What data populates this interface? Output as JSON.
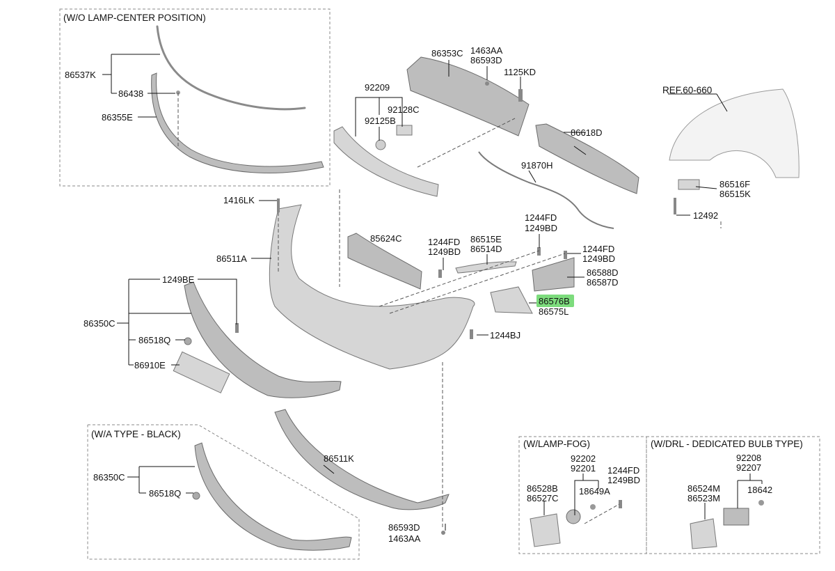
{
  "sections": {
    "wo_lamp": "(W/O LAMP-CENTER POSITION)",
    "wa_type": "(W/A TYPE - BLACK)",
    "w_lamp_fog": "(W/LAMP-FOG)",
    "w_drl": "(W/DRL - DEDICATED BULB TYPE)"
  },
  "ref": "REF.60-660",
  "highlighted_part": "86576B",
  "labels": {
    "p86537K": "86537K",
    "p86438": "86438",
    "p86355E": "86355E",
    "p86353C": "86353C",
    "p1463AA_top": "1463AA",
    "p86593D_top": "86593D",
    "p1125KD": "1125KD",
    "p92209": "92209",
    "p92128C": "92128C",
    "p92125B": "92125B",
    "p86618D": "86618D",
    "p91870H": "91870H",
    "p86516F": "86516F",
    "p86515K": "86515K",
    "p12492": "12492",
    "p1416LK": "1416LK",
    "p85624C": "85624C",
    "p1244FD_a": "1244FD",
    "p1249BD_a": "1249BD",
    "p86515E": "86515E",
    "p86514D": "86514D",
    "p1244FD_b": "1244FD",
    "p1249BD_b": "1249BD",
    "p1244FD_c": "1244FD",
    "p1249BD_c": "1249BD",
    "p86511A": "86511A",
    "p86588D": "86588D",
    "p86587D": "86587D",
    "p86575L": "86575L",
    "p1249BE": "1249BE",
    "p86350C": "86350C",
    "p86518Q": "86518Q",
    "p86910E": "86910E",
    "p1244BJ": "1244BJ",
    "p86511K": "86511K",
    "p86593D_bot": "86593D",
    "p1463AA_bot": "1463AA",
    "p86350C_b": "86350C",
    "p86518Q_b": "86518Q",
    "p92202": "92202",
    "p92201": "92201",
    "p1244FD_f": "1244FD",
    "p1249BD_f": "1249BD",
    "p86528B": "86528B",
    "p86527C": "86527C",
    "p18649A": "18649A",
    "p92208": "92208",
    "p92207": "92207",
    "p86524M": "86524M",
    "p86523M": "86523M",
    "p18642": "18642"
  },
  "colors": {
    "highlight": "#7ddc7d",
    "part_fill": "#d6d6d6",
    "part_stroke": "#777777",
    "text": "#111111",
    "frame": "#888888"
  }
}
